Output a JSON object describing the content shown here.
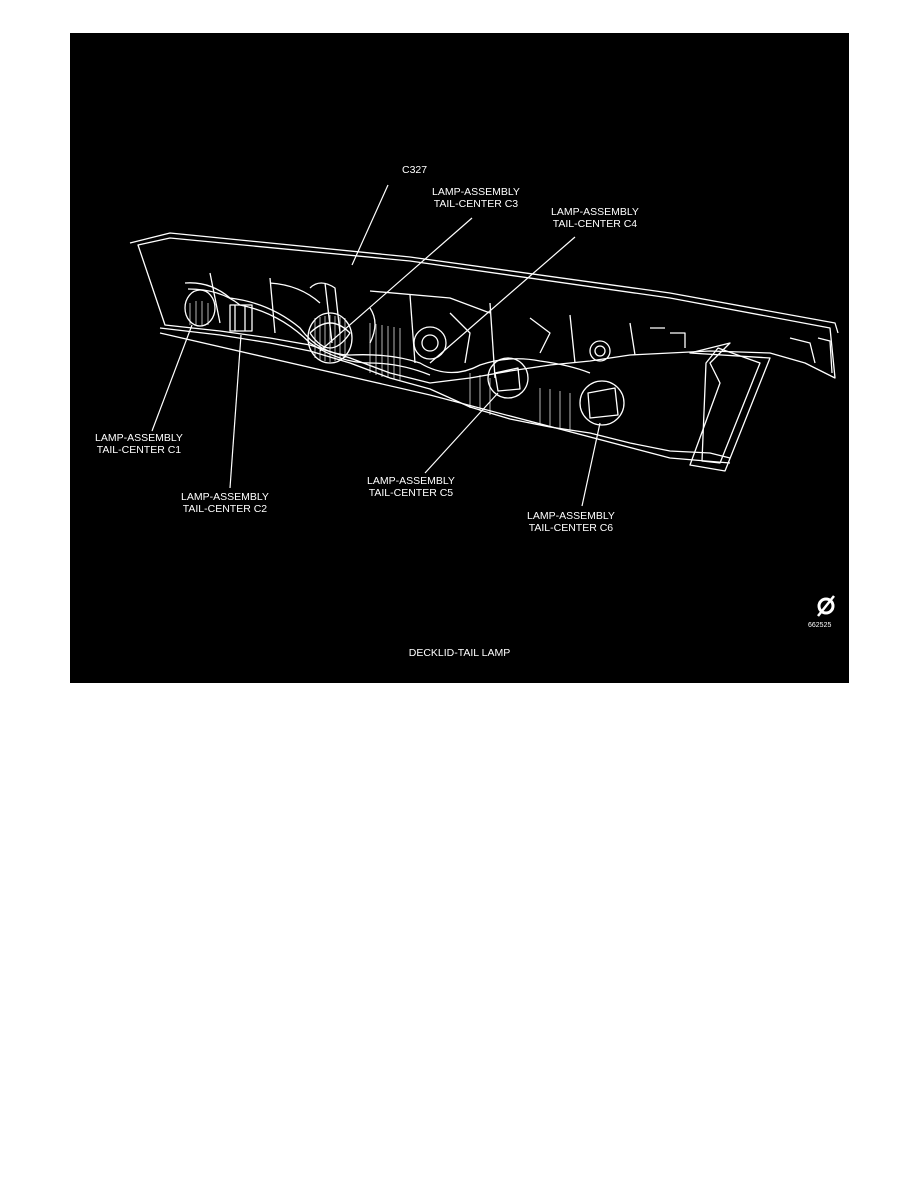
{
  "figure": {
    "background": "#000000",
    "line_color": "#ffffff",
    "caption": "DECKLID-TAIL LAMP",
    "logo_code": "662525",
    "logo_icon": "service-logo-icon"
  },
  "callouts": {
    "c327": {
      "line1": "C327"
    },
    "c3": {
      "line1": "LAMP-ASSEMBLY",
      "line2": "TAIL-CENTER C3"
    },
    "c4": {
      "line1": "LAMP-ASSEMBLY",
      "line2": "TAIL-CENTER C4"
    },
    "c1": {
      "line1": "LAMP-ASSEMBLY",
      "line2": "TAIL-CENTER C1"
    },
    "c2": {
      "line1": "LAMP-ASSEMBLY",
      "line2": "TAIL-CENTER C2"
    },
    "c5": {
      "line1": "LAMP-ASSEMBLY",
      "line2": "TAIL-CENTER C5"
    },
    "c6": {
      "line1": "LAMP-ASSEMBLY",
      "line2": "TAIL-CENTER C6"
    }
  }
}
